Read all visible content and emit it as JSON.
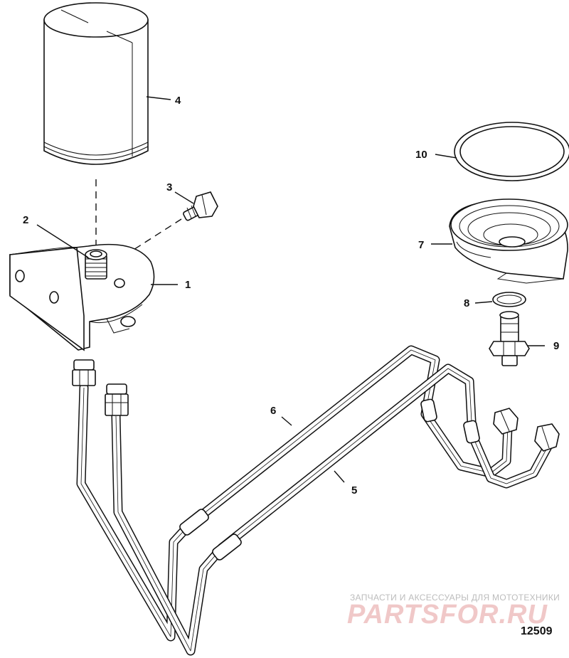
{
  "callouts": [
    {
      "id": "1",
      "text": "1"
    },
    {
      "id": "2",
      "text": "2"
    },
    {
      "id": "3",
      "text": "3"
    },
    {
      "id": "4",
      "text": "4"
    },
    {
      "id": "5",
      "text": "5"
    },
    {
      "id": "6",
      "text": "6"
    },
    {
      "id": "7",
      "text": "7"
    },
    {
      "id": "8",
      "text": "8"
    },
    {
      "id": "9",
      "text": "9"
    },
    {
      "id": "10",
      "text": "10"
    }
  ],
  "figure_number": "12509",
  "watermark": {
    "tagline": "ЗАПЧАСТИ И АКСЕССУАРЫ ДЛЯ МОТОТЕХНИКИ",
    "logo": "PARTSFOR.RU",
    "color": "#e9a9a9"
  }
}
